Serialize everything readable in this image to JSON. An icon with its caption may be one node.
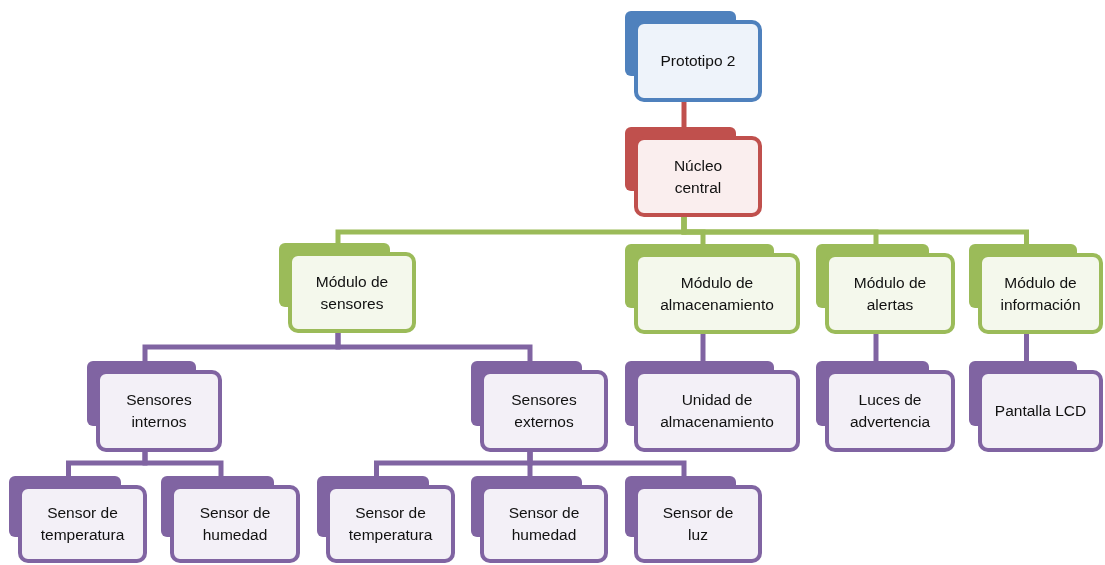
{
  "diagram": {
    "nodes": [
      {
        "text": [
          "Prototipo 2"
        ]
      },
      {
        "text": [
          "Núcleo central"
        ]
      },
      {
        "text": [
          "Módulo de sensores"
        ]
      },
      {
        "text": [
          "Módulo de almacenamiento"
        ]
      },
      {
        "text": [
          "Módulo de alertas"
        ]
      },
      {
        "text": [
          "Módulo de información"
        ]
      },
      {
        "text": [
          "Sensores internos"
        ]
      },
      {
        "text": [
          "Sensores externos"
        ]
      },
      {
        "text": [
          "Unidad de almacenamiento"
        ]
      },
      {
        "text": [
          "Luces de advertencia"
        ]
      },
      {
        "text": [
          "Pantalla LCD"
        ]
      },
      {
        "text": [
          "Sensor de temperatura"
        ]
      },
      {
        "text": [
          "Sensor de humedad"
        ]
      },
      {
        "text": [
          "Sensor de temperatura"
        ]
      },
      {
        "text": [
          "Sensor de humedad"
        ]
      },
      {
        "text": [
          "Sensor de luz"
        ]
      }
    ],
    "edges": [
      {
        "from": 0,
        "to": 1,
        "arrow": "none",
        "color": "#c0504d"
      },
      {
        "from": 1,
        "to": 2,
        "arrow": "none"
      },
      {
        "from": 1,
        "to": 3,
        "arrow": "none"
      },
      {
        "from": 1,
        "to": 4,
        "arrow": "none"
      },
      {
        "from": 1,
        "to": 5,
        "arrow": "none"
      },
      {
        "from": 2,
        "to": 6,
        "arrow": "none",
        "color": "#8064a2"
      },
      {
        "from": 2,
        "to": 7,
        "arrow": "none",
        "color": "#8064a2"
      },
      {
        "from": 3,
        "to": 8,
        "arrow": "none",
        "color": "#8064a2"
      },
      {
        "from": 4,
        "to": 9,
        "arrow": "none",
        "color": "#8064a2"
      },
      {
        "from": 5,
        "to": 10,
        "arrow": "none",
        "color": "#8064a2"
      },
      {
        "from": 6,
        "to": 11,
        "arrow": "none",
        "color": "#8064a2"
      },
      {
        "from": 6,
        "to": 12,
        "arrow": "none",
        "color": "#8064a2"
      },
      {
        "from": 7,
        "to": 13,
        "arrow": "none",
        "color": "#8064a2"
      },
      {
        "from": 7,
        "to": 14,
        "arrow": "none",
        "color": "#8064a2"
      },
      {
        "from": 7,
        "to": 15,
        "arrow": "none",
        "color": "#8064a2"
      }
    ]
  }
}
